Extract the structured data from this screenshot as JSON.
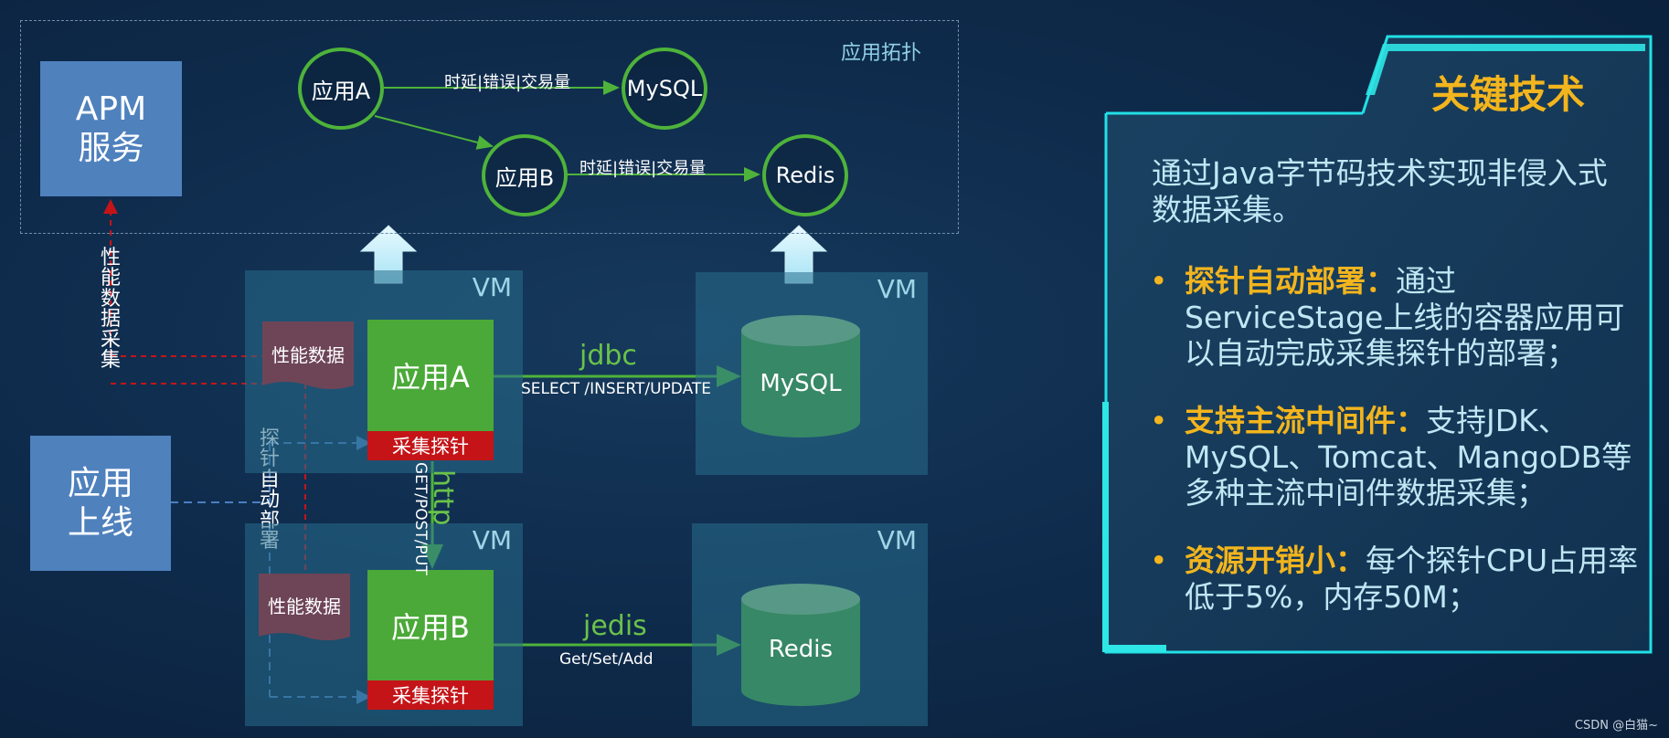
{
  "topology": {
    "title": "应用拓扑",
    "nodes": {
      "app_a": "应用A",
      "app_b": "应用B",
      "mysql": "MySQL",
      "redis": "Redis"
    },
    "edge_label_top": "时延|错误|交易量",
    "edge_label_bottom": "时延|错误|交易量"
  },
  "apm_box": {
    "line1": "APM",
    "line2": "服务"
  },
  "deploy_box": {
    "line1": "应用",
    "line2": "上线"
  },
  "labels": {
    "perf_collect": "性能数据采集",
    "probe_deploy": "探针自动部署",
    "vm": "VM",
    "perf_data": "性能数据",
    "probe": "采集探针",
    "app_a": "应用A",
    "app_b": "应用B",
    "mysql": "MySQL",
    "redis": "Redis",
    "jdbc": "jdbc",
    "jdbc_ops": "SELECT /INSERT/UPDATE",
    "jedis": "jedis",
    "jedis_ops": "Get/Set/Add",
    "http": "http",
    "http_ops": "GET/POST/PUT"
  },
  "panel": {
    "title": "关键技术",
    "intro": "通过Java字节码技术实现非侵入式数据采集。",
    "bullets": [
      {
        "head": "探针自动部署：",
        "text": "通过ServiceStage上线的容器应用可以自动完成采集探针的部署；"
      },
      {
        "head": "支持主流中间件：",
        "text": "支持JDK、MySQL、Tomcat、MangoDB等多种主流中间件数据采集；"
      },
      {
        "head": "资源开销小：",
        "text": "每个探针CPU占用率低于5%，内存50M；"
      }
    ]
  },
  "watermark": "CSDN @白猫~",
  "colors": {
    "green": "#4aa938",
    "red": "#c41418",
    "blue_box": "#4f81bd",
    "accent": "#f3b51d",
    "cyan": "#2ee6e6"
  }
}
